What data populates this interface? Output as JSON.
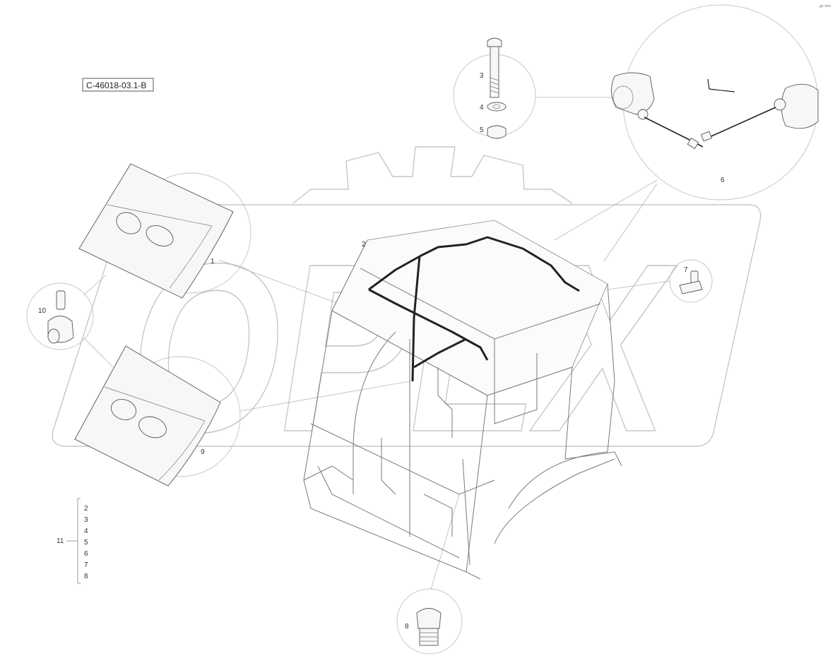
{
  "figure_ref": "C-46018-03.1-B",
  "corner_mark": "ᵃ⁰ ⁰⁰⁰",
  "watermark_text": "OPEX",
  "parts": {
    "p1": "1",
    "p2": "2",
    "p3": "3",
    "p4": "4",
    "p5": "5",
    "p6": "6",
    "p7": "7",
    "p8": "8",
    "p9": "9",
    "p10": "10",
    "p11": "11"
  },
  "kit_list": {
    "label": "11",
    "items": [
      "2",
      "3",
      "4",
      "5",
      "6",
      "7",
      "8"
    ]
  }
}
